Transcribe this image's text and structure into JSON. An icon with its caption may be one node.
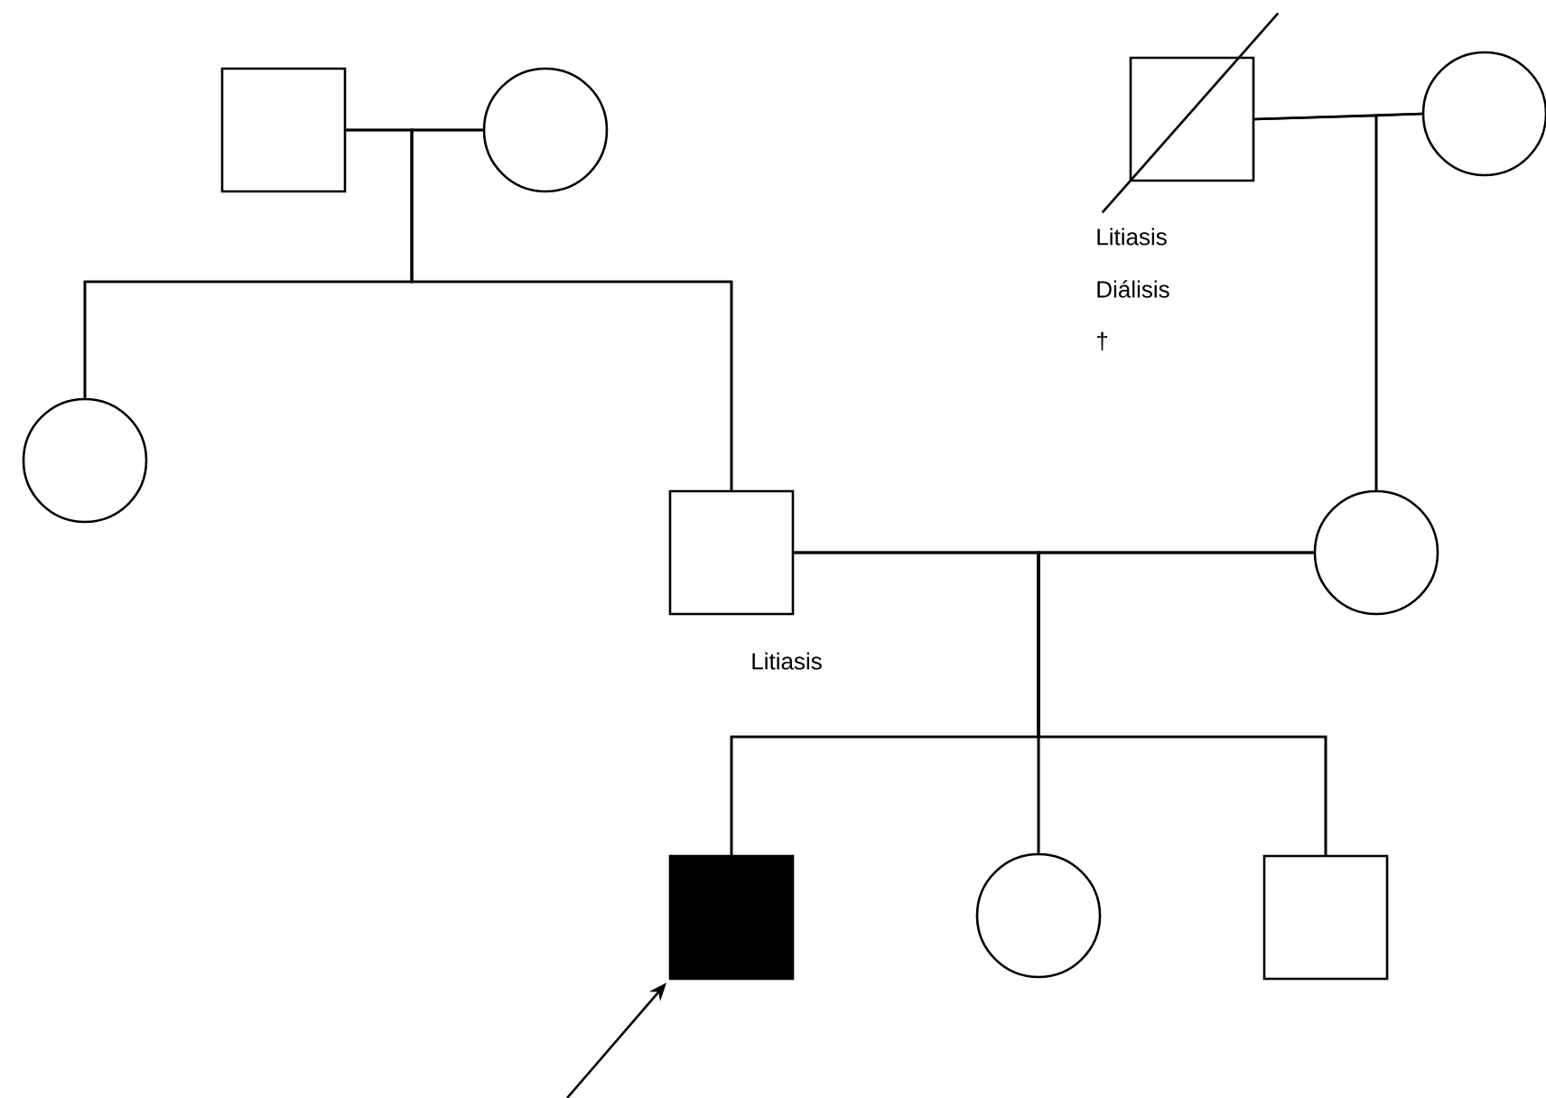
{
  "diagram": {
    "nodes": [
      {
        "text": [],
        "shape": "box"
      },
      {
        "text": [],
        "shape": "circle"
      },
      {
        "text": [],
        "shape": "box",
        "beside": [
          "Litiasis",
          "Diálisis",
          "†"
        ]
      },
      {
        "text": [],
        "shape": "circle"
      },
      {
        "text": [],
        "shape": "circle"
      },
      {
        "text": [],
        "shape": "box",
        "beside": [
          "Litiasis"
        ]
      },
      {
        "text": [],
        "shape": "circle"
      },
      {
        "text": [],
        "shape": "box"
      },
      {
        "text": [],
        "shape": "circle"
      },
      {
        "text": [],
        "shape": "box"
      }
    ],
    "edges": [
      {
        "from": 0,
        "to": 1,
        "arrow": "none"
      },
      {
        "from": 2,
        "to": 3,
        "arrow": "none"
      },
      {
        "from": 5,
        "to": 6,
        "arrow": "none"
      },
      {
        "from": 0,
        "to": 4,
        "arrow": "none"
      },
      {
        "from": 1,
        "to": 4,
        "arrow": "none"
      },
      {
        "from": 0,
        "to": 5,
        "arrow": "none"
      },
      {
        "from": 1,
        "to": 5,
        "arrow": "none"
      },
      {
        "from": 2,
        "to": 6,
        "arrow": "none"
      },
      {
        "from": 3,
        "to": 6,
        "arrow": "none"
      },
      {
        "from": 5,
        "to": 7,
        "arrow": "none"
      },
      {
        "from": 6,
        "to": 7,
        "arrow": "none"
      },
      {
        "from": 5,
        "to": 8,
        "arrow": "none"
      },
      {
        "from": 6,
        "to": 8,
        "arrow": "none"
      },
      {
        "from": 5,
        "to": 9,
        "arrow": "none"
      },
      {
        "from": 6,
        "to": 9,
        "arrow": "none"
      },
      {
        "from": null,
        "to": 7,
        "arrow": "to"
      }
    ]
  }
}
